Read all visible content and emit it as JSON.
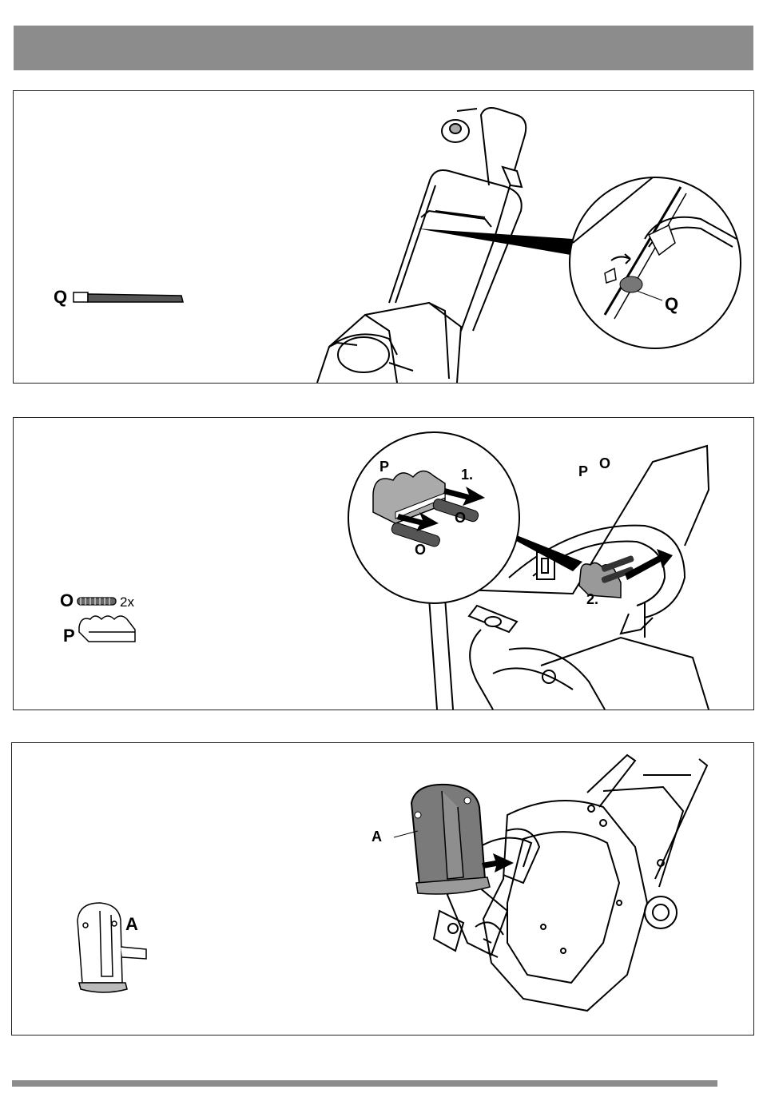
{
  "panel_1": {
    "part_label": "Q",
    "callout_label": "Q"
  },
  "panel_2": {
    "part_o_label": "O",
    "part_o_qty": "2x",
    "part_p_label": "P",
    "detail_p_label": "P",
    "detail_step_1": "1.",
    "detail_o_label_a": "O",
    "detail_o_label_b": "O",
    "main_p_label": "P",
    "main_o_label": "O",
    "main_step_2": "2."
  },
  "panel_3": {
    "part_a_label": "A",
    "main_a_label": "A"
  }
}
